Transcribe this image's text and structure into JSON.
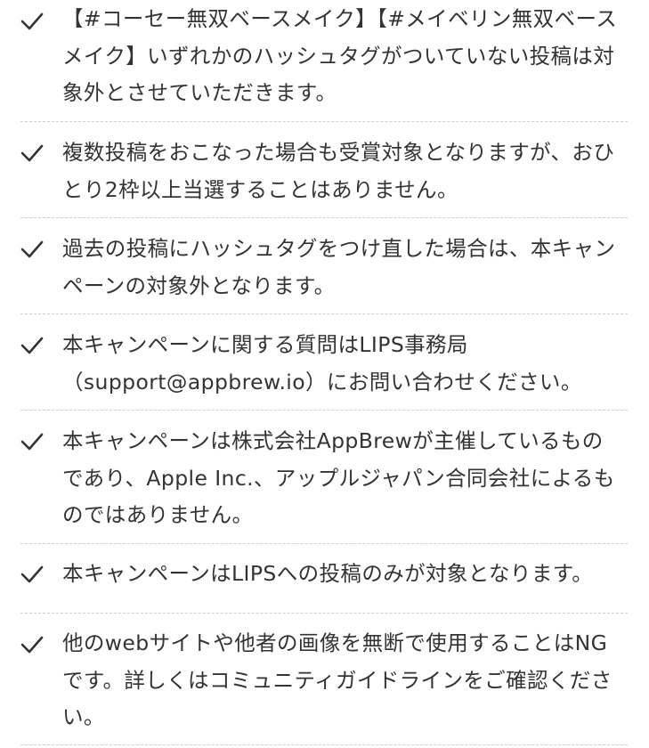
{
  "notes": {
    "items": [
      {
        "icon": "check-icon",
        "text": "【#コーセー無双ベースメイク】【#メイベリン無双ベース\nメイク】いずれかのハッシュタグがついていない投稿は対\n象外とさせていただきます。"
      },
      {
        "icon": "check-icon",
        "text": "複数投稿をおこなった場合も受賞対象となりますが、おひ\nとり2枠以上当選することはありません。"
      },
      {
        "icon": "check-icon",
        "text": "過去の投稿にハッシュタグをつけ直した場合は、本キャン\nペーンの対象外となります。"
      },
      {
        "icon": "check-icon",
        "text": "本キャンペーンに関する質問はLIPS事務局\n（support@appbrew.io）にお問い合わせください。"
      },
      {
        "icon": "check-icon",
        "text": "本キャンペーンは株式会社AppBrewが主催しているもの\nであり、Apple Inc.、アップルジャパン合同会社によるも\nのではありません。"
      },
      {
        "icon": "check-icon",
        "text": "本キャンペーンはLIPSへの投稿のみが対象となります。"
      },
      {
        "icon": "check-icon",
        "text": "他のwebサイトや他者の画像を無断で使用することはNG\nです。詳しくはコミュニティガイドラインをご確認くださ\nい。"
      }
    ]
  }
}
